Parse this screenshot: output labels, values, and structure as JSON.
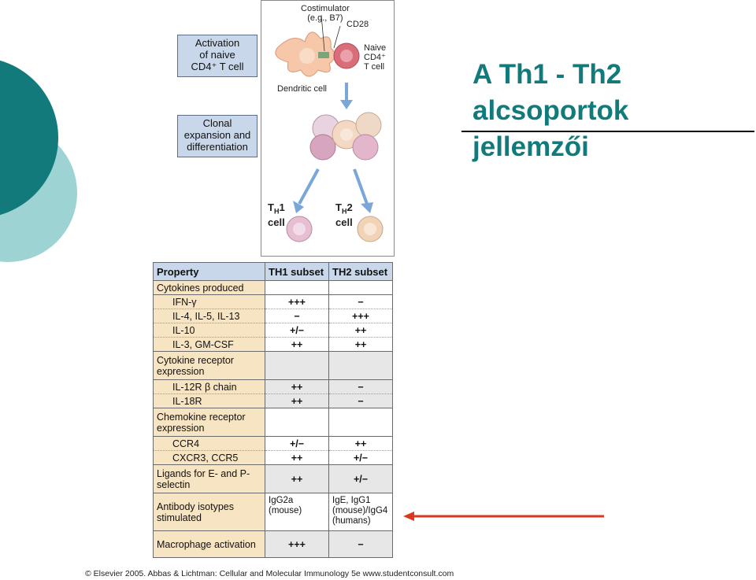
{
  "slide": {
    "title_line1": "A Th1 - Th2",
    "title_line2": "alcsoportok",
    "title_line3": "jellemzői",
    "accent_color": "#127a7a",
    "arrow_color": "#d9381e"
  },
  "figure": {
    "step1": [
      "Activation",
      "of naive",
      "CD4⁺ T cell"
    ],
    "step2": [
      "Clonal",
      "expansion and",
      "differentiation"
    ],
    "costimulator": [
      "Costimulator",
      "(e.g., B7)"
    ],
    "cd28": "CD28",
    "naive": [
      "Naive",
      "CD4⁺",
      "T cell"
    ],
    "dendritic": "Dendritic cell",
    "th1_a": "T",
    "th1_b": "H",
    "th1_c": "1",
    "th1_d": "cell",
    "th2_a": "T",
    "th2_b": "H",
    "th2_c": "2",
    "th2_d": "cell"
  },
  "table": {
    "h_property": "Property",
    "h_th1": "TH1 subset",
    "h_th2": "TH2 subset",
    "rows": [
      {
        "label": "Cytokines produced",
        "th1": "",
        "th2": ""
      },
      {
        "label": "IFN-γ",
        "th1": "+++",
        "th2": "−"
      },
      {
        "label": "IL-4, IL-5, IL-13",
        "th1": "−",
        "th2": "+++"
      },
      {
        "label": "IL-10",
        "th1": "+/−",
        "th2": "++"
      },
      {
        "label": "IL-3, GM-CSF",
        "th1": "++",
        "th2": "++"
      },
      {
        "label": "Cytokine receptor expression",
        "th1": "",
        "th2": ""
      },
      {
        "label": "IL-12R β chain",
        "th1": "++",
        "th2": "−"
      },
      {
        "label": "IL-18R",
        "th1": "++",
        "th2": "−"
      },
      {
        "label": "Chemokine receptor expression",
        "th1": "",
        "th2": ""
      },
      {
        "label": "CCR4",
        "th1": "+/−",
        "th2": "++"
      },
      {
        "label": "CXCR3, CCR5",
        "th1": "++",
        "th2": "+/−"
      },
      {
        "label": "Ligands for E- and P-selectin",
        "th1": "++",
        "th2": "+/−"
      },
      {
        "label": "Antibody isotypes stimulated",
        "th1": "IgG2a (mouse)",
        "th2": "IgE, IgG1 (mouse)/IgG4 (humans)"
      },
      {
        "label": "Macrophage activation",
        "th1": "+++",
        "th2": "−"
      }
    ]
  },
  "copyright": "© Elsevier 2005. Abbas & Lichtman: Cellular and Molecular Immunology 5e www.studentconsult.com"
}
